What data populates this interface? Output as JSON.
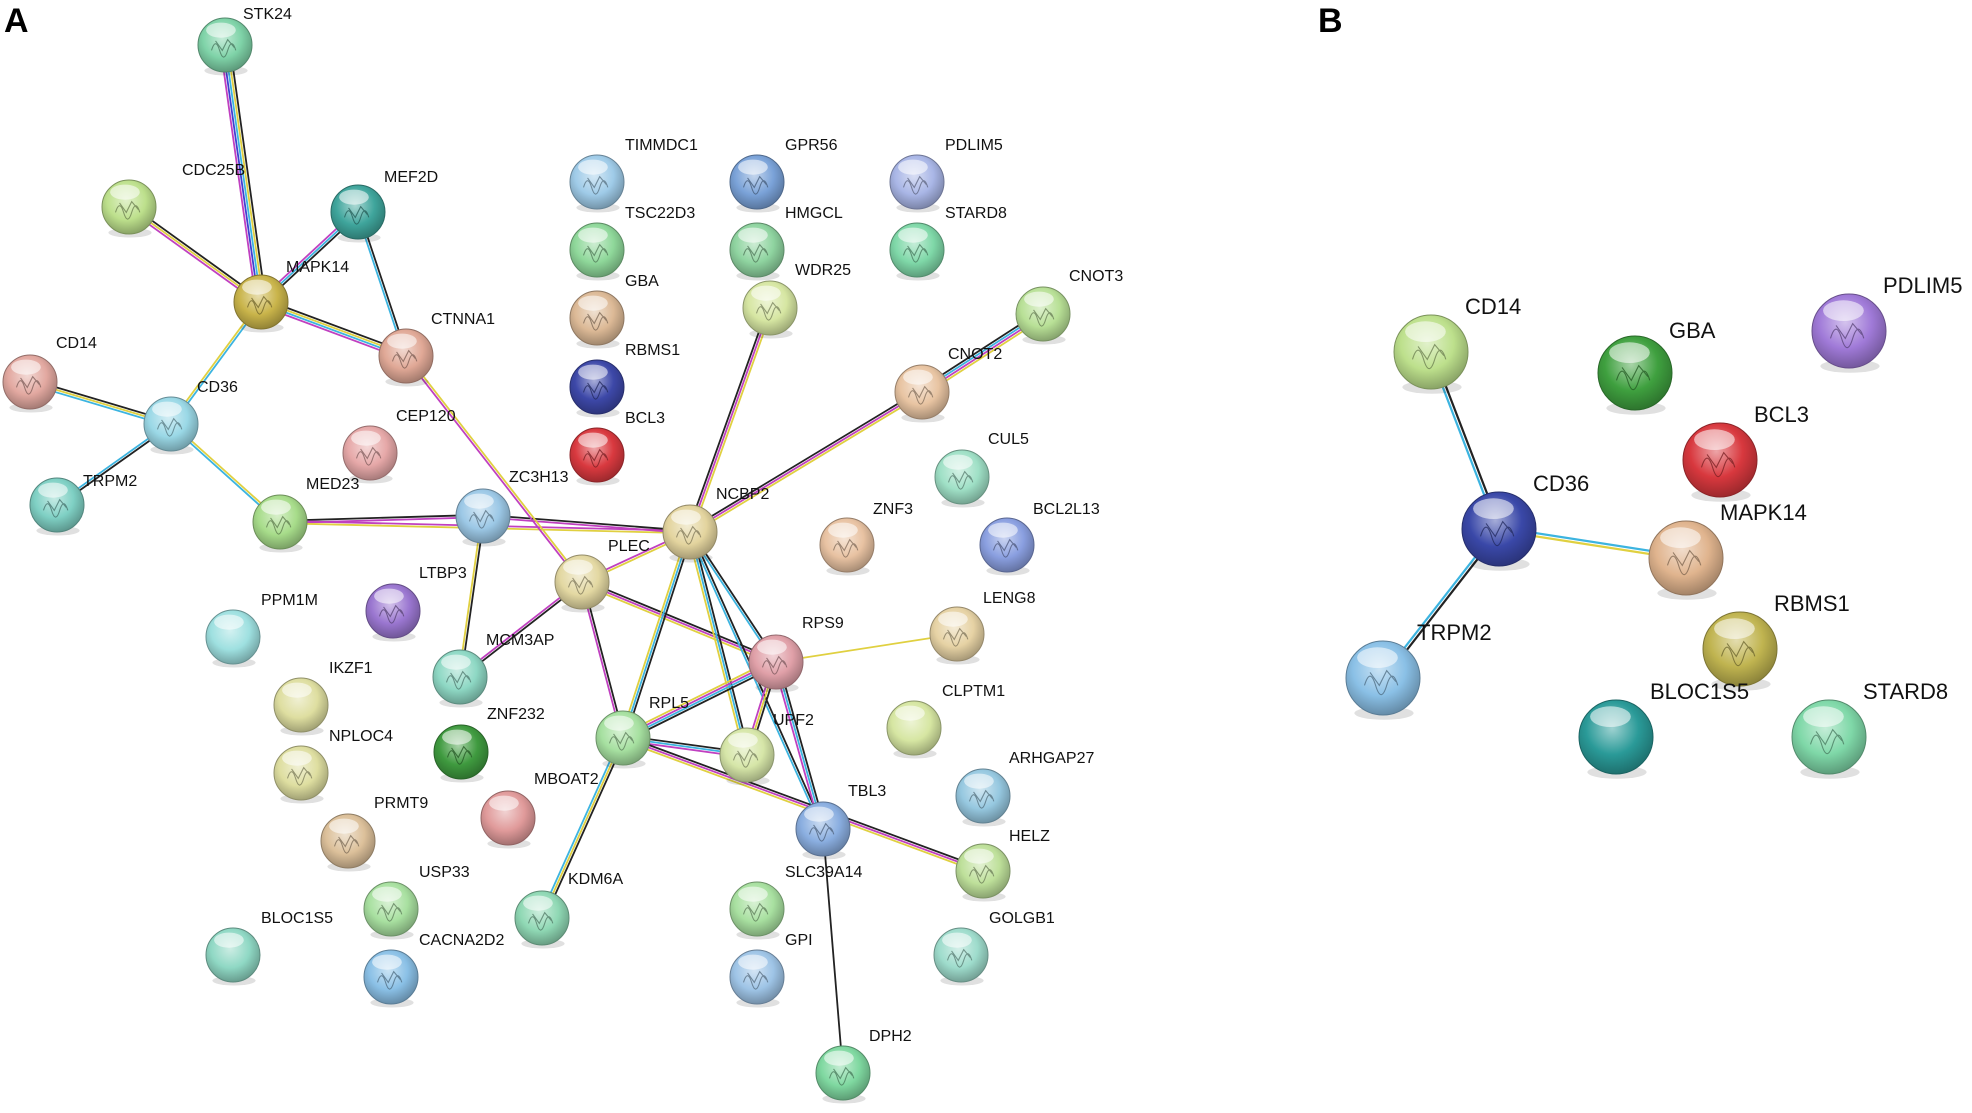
{
  "panels": [
    {
      "id": "A",
      "label": "A",
      "nodes": [
        {
          "id": "STK24",
          "label": "STK24",
          "color": "#7fd3a8",
          "structure": true
        },
        {
          "id": "CDC25B",
          "label": "CDC25B",
          "color": "#bde08c",
          "structure": true
        },
        {
          "id": "MEF2D",
          "label": "MEF2D",
          "color": "#3fa59c",
          "structure": true
        },
        {
          "id": "MAPK14",
          "label": "MAPK14",
          "color": "#c9b44a",
          "structure": true
        },
        {
          "id": "CTNNA1",
          "label": "CTNNA1",
          "color": "#e0a896",
          "structure": true
        },
        {
          "id": "CD14",
          "label": "CD14",
          "color": "#e2a8a0",
          "structure": true
        },
        {
          "id": "CD36",
          "label": "CD36",
          "color": "#9ad8e6",
          "structure": true
        },
        {
          "id": "TRPM2",
          "label": "TRPM2",
          "color": "#7fd0c4",
          "structure": true
        },
        {
          "id": "MED23",
          "label": "MED23",
          "color": "#a7dc8a",
          "structure": true
        },
        {
          "id": "CEP120",
          "label": "CEP120",
          "color": "#e6a8a8",
          "structure": true
        },
        {
          "id": "ZC3H13",
          "label": "ZC3H13",
          "color": "#9cc8e6",
          "structure": true
        },
        {
          "id": "PLEC",
          "label": "PLEC",
          "color": "#e3d8a2",
          "structure": true
        },
        {
          "id": "NCBP2",
          "label": "NCBP2",
          "color": "#e3d49e",
          "structure": true
        },
        {
          "id": "TIMMDC1",
          "label": "TIMMDC1",
          "color": "#9fcbe8",
          "structure": true
        },
        {
          "id": "TSC22D3",
          "label": "TSC22D3",
          "color": "#8fd89a",
          "structure": true
        },
        {
          "id": "GBA",
          "label": "GBA",
          "color": "#dcb996",
          "structure": true
        },
        {
          "id": "RBMS1",
          "label": "RBMS1",
          "color": "#3d48a8",
          "structure": true
        },
        {
          "id": "BCL3",
          "label": "BCL3",
          "color": "#d9393f",
          "structure": true
        },
        {
          "id": "GPR56",
          "label": "GPR56",
          "color": "#7aa2d8",
          "structure": true
        },
        {
          "id": "HMGCL",
          "label": "HMGCL",
          "color": "#8fd4a0",
          "structure": true
        },
        {
          "id": "WDR25",
          "label": "WDR25",
          "color": "#d6e6a2",
          "structure": true
        },
        {
          "id": "PDLIM5",
          "label": "PDLIM5",
          "color": "#a9b6e6",
          "structure": true
        },
        {
          "id": "STARD8",
          "label": "STARD8",
          "color": "#7fd8a8",
          "structure": true
        },
        {
          "id": "CNOT3",
          "label": "CNOT3",
          "color": "#b8e096",
          "structure": true
        },
        {
          "id": "CNOT2",
          "label": "CNOT2",
          "color": "#e8c4a2",
          "structure": true
        },
        {
          "id": "CUL5",
          "label": "CUL5",
          "color": "#9fe0c6",
          "structure": true
        },
        {
          "id": "ZNF3",
          "label": "ZNF3",
          "color": "#e8c2a2",
          "structure": true
        },
        {
          "id": "BCL2L13",
          "label": "BCL2L13",
          "color": "#8a9fe0",
          "structure": true
        },
        {
          "id": "LENG8",
          "label": "LENG8",
          "color": "#e6d2a4",
          "structure": true
        },
        {
          "id": "RPS9",
          "label": "RPS9",
          "color": "#e0a0a8",
          "structure": true
        },
        {
          "id": "PPM1M",
          "label": "PPM1M",
          "color": "#9ee0e0",
          "structure": false
        },
        {
          "id": "LTBP3",
          "label": "LTBP3",
          "color": "#9a76d0",
          "structure": true
        },
        {
          "id": "MCM3AP",
          "label": "MCM3AP",
          "color": "#8ed8c4",
          "structure": true
        },
        {
          "id": "IKZF1",
          "label": "IKZF1",
          "color": "#dedea0",
          "structure": false
        },
        {
          "id": "NPLOC4",
          "label": "NPLOC4",
          "color": "#dedea0",
          "structure": true
        },
        {
          "id": "ZNF232",
          "label": "ZNF232",
          "color": "#3f9a3f",
          "structure": true
        },
        {
          "id": "RPL5",
          "label": "RPL5",
          "color": "#a6e0a0",
          "structure": true
        },
        {
          "id": "UPF2",
          "label": "UPF2",
          "color": "#d6e6a8",
          "structure": true
        },
        {
          "id": "CLPTM1",
          "label": "CLPTM1",
          "color": "#d6e6a2",
          "structure": false
        },
        {
          "id": "PRMT9",
          "label": "PRMT9",
          "color": "#dcc09a",
          "structure": true
        },
        {
          "id": "MBOAT2",
          "label": "MBOAT2",
          "color": "#e09a9a",
          "structure": false
        },
        {
          "id": "ARHGAP27",
          "label": "ARHGAP27",
          "color": "#96c8e0",
          "structure": true
        },
        {
          "id": "TBL3",
          "label": "TBL3",
          "color": "#8aaee0",
          "structure": true
        },
        {
          "id": "HELZ",
          "label": "HELZ",
          "color": "#bee09a",
          "structure": true
        },
        {
          "id": "USP33",
          "label": "USP33",
          "color": "#a8e0a0",
          "structure": true
        },
        {
          "id": "KDM6A",
          "label": "KDM6A",
          "color": "#8fd8b4",
          "structure": true
        },
        {
          "id": "SLC39A14",
          "label": "SLC39A14",
          "color": "#a8e0a0",
          "structure": true
        },
        {
          "id": "BLOC1S5",
          "label": "BLOC1S5",
          "color": "#8fd8c4",
          "structure": false
        },
        {
          "id": "CACNA2D2",
          "label": "CACNA2D2",
          "color": "#8ac0e6",
          "structure": true
        },
        {
          "id": "GPI",
          "label": "GPI",
          "color": "#9ec4e6",
          "structure": true
        },
        {
          "id": "GOLGB1",
          "label": "GOLGB1",
          "color": "#9edccc",
          "structure": true
        },
        {
          "id": "DPH2",
          "label": "DPH2",
          "color": "#7fd8a0",
          "structure": true
        }
      ],
      "edges": [
        {
          "source": "STK24",
          "target": "MAPK14",
          "colors": [
            "#222222",
            "#e0d040",
            "#3cb4e0",
            "#4040d0",
            "#c040c0"
          ]
        },
        {
          "source": "CDC25B",
          "target": "MAPK14",
          "colors": [
            "#222222",
            "#e0d040",
            "#c040c0"
          ]
        },
        {
          "source": "MEF2D",
          "target": "MAPK14",
          "colors": [
            "#222222",
            "#3cb4e0",
            "#c040c0"
          ]
        },
        {
          "source": "MEF2D",
          "target": "CTNNA1",
          "colors": [
            "#222222",
            "#3cb4e0"
          ]
        },
        {
          "source": "MAPK14",
          "target": "CTNNA1",
          "colors": [
            "#222222",
            "#e0d040",
            "#3cb4e0",
            "#c040c0"
          ]
        },
        {
          "source": "MAPK14",
          "target": "CD36",
          "colors": [
            "#3cb4e0",
            "#e0d040"
          ]
        },
        {
          "source": "CD14",
          "target": "CD36",
          "colors": [
            "#222222",
            "#e0d040",
            "#3cb4e0"
          ]
        },
        {
          "source": "CD36",
          "target": "TRPM2",
          "colors": [
            "#222222",
            "#3cb4e0"
          ]
        },
        {
          "source": "CD36",
          "target": "MED23",
          "colors": [
            "#e0d040",
            "#3cb4e0"
          ]
        },
        {
          "source": "MED23",
          "target": "ZC3H13",
          "colors": [
            "#222222",
            "#c040c0"
          ]
        },
        {
          "source": "MED23",
          "target": "NCBP2",
          "colors": [
            "#c040c0",
            "#e0d040"
          ]
        },
        {
          "source": "ZC3H13",
          "target": "NCBP2",
          "colors": [
            "#222222",
            "#c040c0"
          ]
        },
        {
          "source": "ZC3H13",
          "target": "MCM3AP",
          "colors": [
            "#222222",
            "#e0d040"
          ]
        },
        {
          "source": "CTNNA1",
          "target": "PLEC",
          "colors": [
            "#e0d040",
            "#c040c0"
          ]
        },
        {
          "source": "PLEC",
          "target": "NCBP2",
          "colors": [
            "#c040c0",
            "#e0d040"
          ]
        },
        {
          "source": "PLEC",
          "target": "RPS9",
          "colors": [
            "#222222",
            "#c040c0",
            "#e0d040"
          ]
        },
        {
          "source": "PLEC",
          "target": "MCM3AP",
          "colors": [
            "#222222",
            "#c040c0"
          ]
        },
        {
          "source": "PLEC",
          "target": "RPL5",
          "colors": [
            "#222222",
            "#c040c0"
          ]
        },
        {
          "source": "NCBP2",
          "target": "WDR25",
          "colors": [
            "#222222",
            "#c040c0",
            "#e0d040"
          ]
        },
        {
          "source": "NCBP2",
          "target": "CNOT2",
          "colors": [
            "#222222",
            "#c040c0",
            "#e0d040"
          ]
        },
        {
          "source": "NCBP2",
          "target": "RPL5",
          "colors": [
            "#222222",
            "#3cb4e0",
            "#e0d040"
          ]
        },
        {
          "source": "NCBP2",
          "target": "UPF2",
          "colors": [
            "#222222",
            "#3cb4e0",
            "#e0d040"
          ]
        },
        {
          "source": "NCBP2",
          "target": "RPS9",
          "colors": [
            "#222222",
            "#3cb4e0"
          ]
        },
        {
          "source": "NCBP2",
          "target": "TBL3",
          "colors": [
            "#222222",
            "#3cb4e0"
          ]
        },
        {
          "source": "CNOT2",
          "target": "CNOT3",
          "colors": [
            "#222222",
            "#3cb4e0",
            "#c040c0",
            "#e0d040"
          ]
        },
        {
          "source": "RPS9",
          "target": "LENG8",
          "colors": [
            "#e0d040"
          ]
        },
        {
          "source": "RPS9",
          "target": "RPL5",
          "colors": [
            "#222222",
            "#3cb4e0",
            "#c040c0",
            "#e0d040"
          ]
        },
        {
          "source": "RPS9",
          "target": "UPF2",
          "colors": [
            "#222222",
            "#e0d040",
            "#c040c0"
          ]
        },
        {
          "source": "RPS9",
          "target": "TBL3",
          "colors": [
            "#222222",
            "#3cb4e0",
            "#c040c0"
          ]
        },
        {
          "source": "RPL5",
          "target": "UPF2",
          "colors": [
            "#222222",
            "#3cb4e0",
            "#c040c0"
          ]
        },
        {
          "source": "RPL5",
          "target": "KDM6A",
          "colors": [
            "#222222",
            "#e0d040",
            "#3cb4e0"
          ]
        },
        {
          "source": "RPL5",
          "target": "HELZ",
          "colors": [
            "#222222",
            "#c040c0",
            "#e0d040"
          ]
        },
        {
          "source": "TBL3",
          "target": "DPH2",
          "colors": [
            "#222222"
          ]
        }
      ]
    },
    {
      "id": "B",
      "label": "B",
      "nodes": [
        {
          "id": "CD14",
          "label": "CD14",
          "color": "#bde08c",
          "structure": true
        },
        {
          "id": "GBA",
          "label": "GBA",
          "color": "#3fa03f",
          "structure": true
        },
        {
          "id": "PDLIM5",
          "label": "PDLIM5",
          "color": "#a07ad8",
          "structure": true
        },
        {
          "id": "BCL3",
          "label": "BCL3",
          "color": "#d8383e",
          "structure": true
        },
        {
          "id": "CD36",
          "label": "CD36",
          "color": "#3a48a8",
          "structure": true
        },
        {
          "id": "MAPK14",
          "label": "MAPK14",
          "color": "#e0b48e",
          "structure": true
        },
        {
          "id": "TRPM2",
          "label": "TRPM2",
          "color": "#8ac0e6",
          "structure": true
        },
        {
          "id": "RBMS1",
          "label": "RBMS1",
          "color": "#c0b450",
          "structure": true
        },
        {
          "id": "BLOC1S5",
          "label": "BLOC1S5",
          "color": "#2a9a98",
          "structure": false
        },
        {
          "id": "STARD8",
          "label": "STARD8",
          "color": "#7fd8a8",
          "structure": true
        }
      ],
      "edges": [
        {
          "source": "CD14",
          "target": "CD36",
          "colors": [
            "#222222",
            "#3cb4e0"
          ]
        },
        {
          "source": "CD36",
          "target": "MAPK14",
          "colors": [
            "#3cb4e0",
            "#e0d040"
          ]
        },
        {
          "source": "CD36",
          "target": "TRPM2",
          "colors": [
            "#222222",
            "#3cb4e0"
          ]
        }
      ]
    }
  ]
}
